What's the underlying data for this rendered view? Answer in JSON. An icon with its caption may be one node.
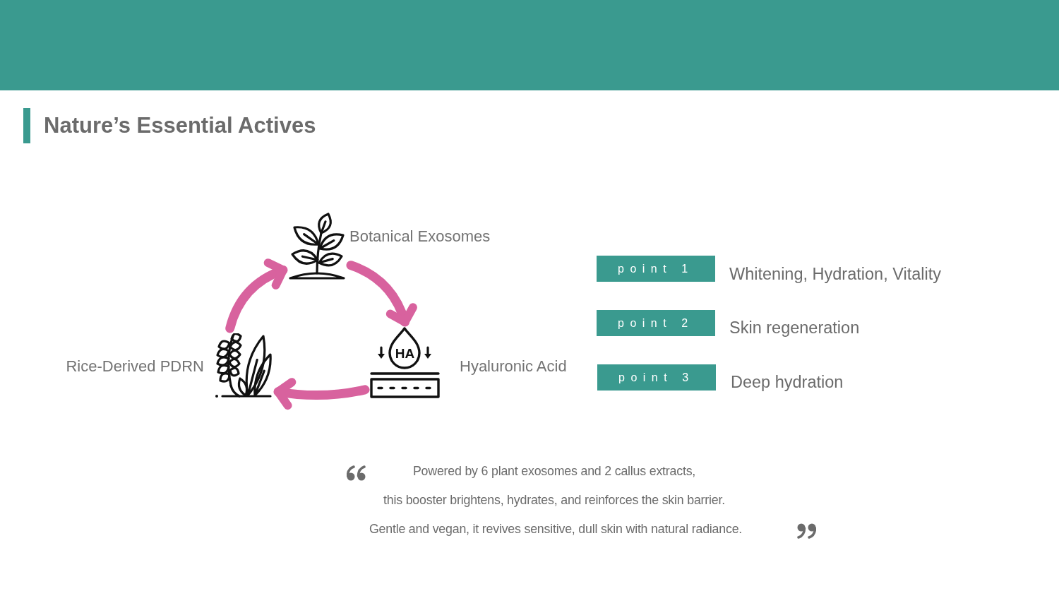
{
  "diagram": {
    "title": "Nature’s Essential Actives",
    "nodes": [
      {
        "text": [],
        "shape": "picture",
        "beside": [
          "Botanical Exosomes"
        ]
      },
      {
        "text": [
          "HA"
        ],
        "beside": [
          "Hyaluronic Acid"
        ]
      },
      {
        "text": [],
        "shape": "picture",
        "beside": [
          "Rice-Derived PDRN"
        ]
      },
      {
        "text": [
          "point 1"
        ],
        "beside": [
          "Whitening, Hydration, Vitality"
        ]
      },
      {
        "text": [
          "point 2"
        ],
        "beside": [
          "Skin regeneration"
        ]
      },
      {
        "text": [
          "point 3"
        ],
        "beside": [
          "Deep hydration"
        ]
      }
    ],
    "edges": [
      {
        "from": 2,
        "to": 0,
        "arrow": "to"
      },
      {
        "from": 0,
        "to": 1,
        "arrow": "to"
      },
      {
        "from": 1,
        "to": 2,
        "arrow": "to"
      }
    ],
    "labels": [
      "Powered by 6 plant exosomes and 2 callus extracts,",
      "this booster brightens, hydrates, and reinforces the skin barrier.",
      "Gentle and vegan, it revives sensitive, dull skin with natural radiance."
    ]
  }
}
